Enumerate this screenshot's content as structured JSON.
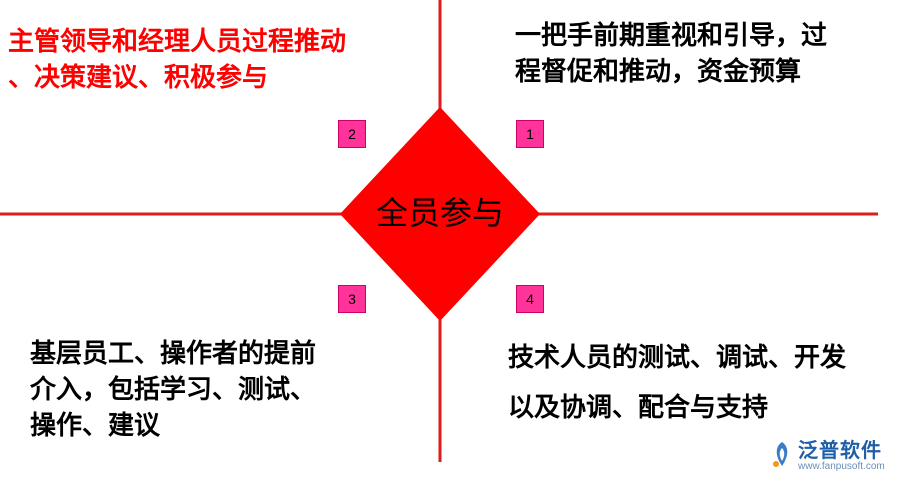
{
  "center": {
    "label": "全员参与"
  },
  "quadrants": {
    "q1": {
      "badge": "1",
      "text": "一把手前期重视和引导，过\n程督促和推动，资金预算"
    },
    "q2": {
      "badge": "2",
      "text": "主管领导和经理人员过程推动\n、决策建议、积极参与"
    },
    "q3": {
      "badge": "3",
      "text": "基层员工、操作者的提前\n介入，包括学习、测试、\n操作、建议"
    },
    "q4": {
      "badge": "4",
      "text": "技术人员的测试、调试、开发\n以及协调、配合与支持"
    }
  },
  "logo": {
    "name": "泛普软件",
    "url": "www.fanpusoft.com"
  },
  "colors": {
    "axis": "#e11b1b",
    "diamond": "#ff0000",
    "badge": "#ff3399",
    "highlight_text": "#ff0000"
  }
}
